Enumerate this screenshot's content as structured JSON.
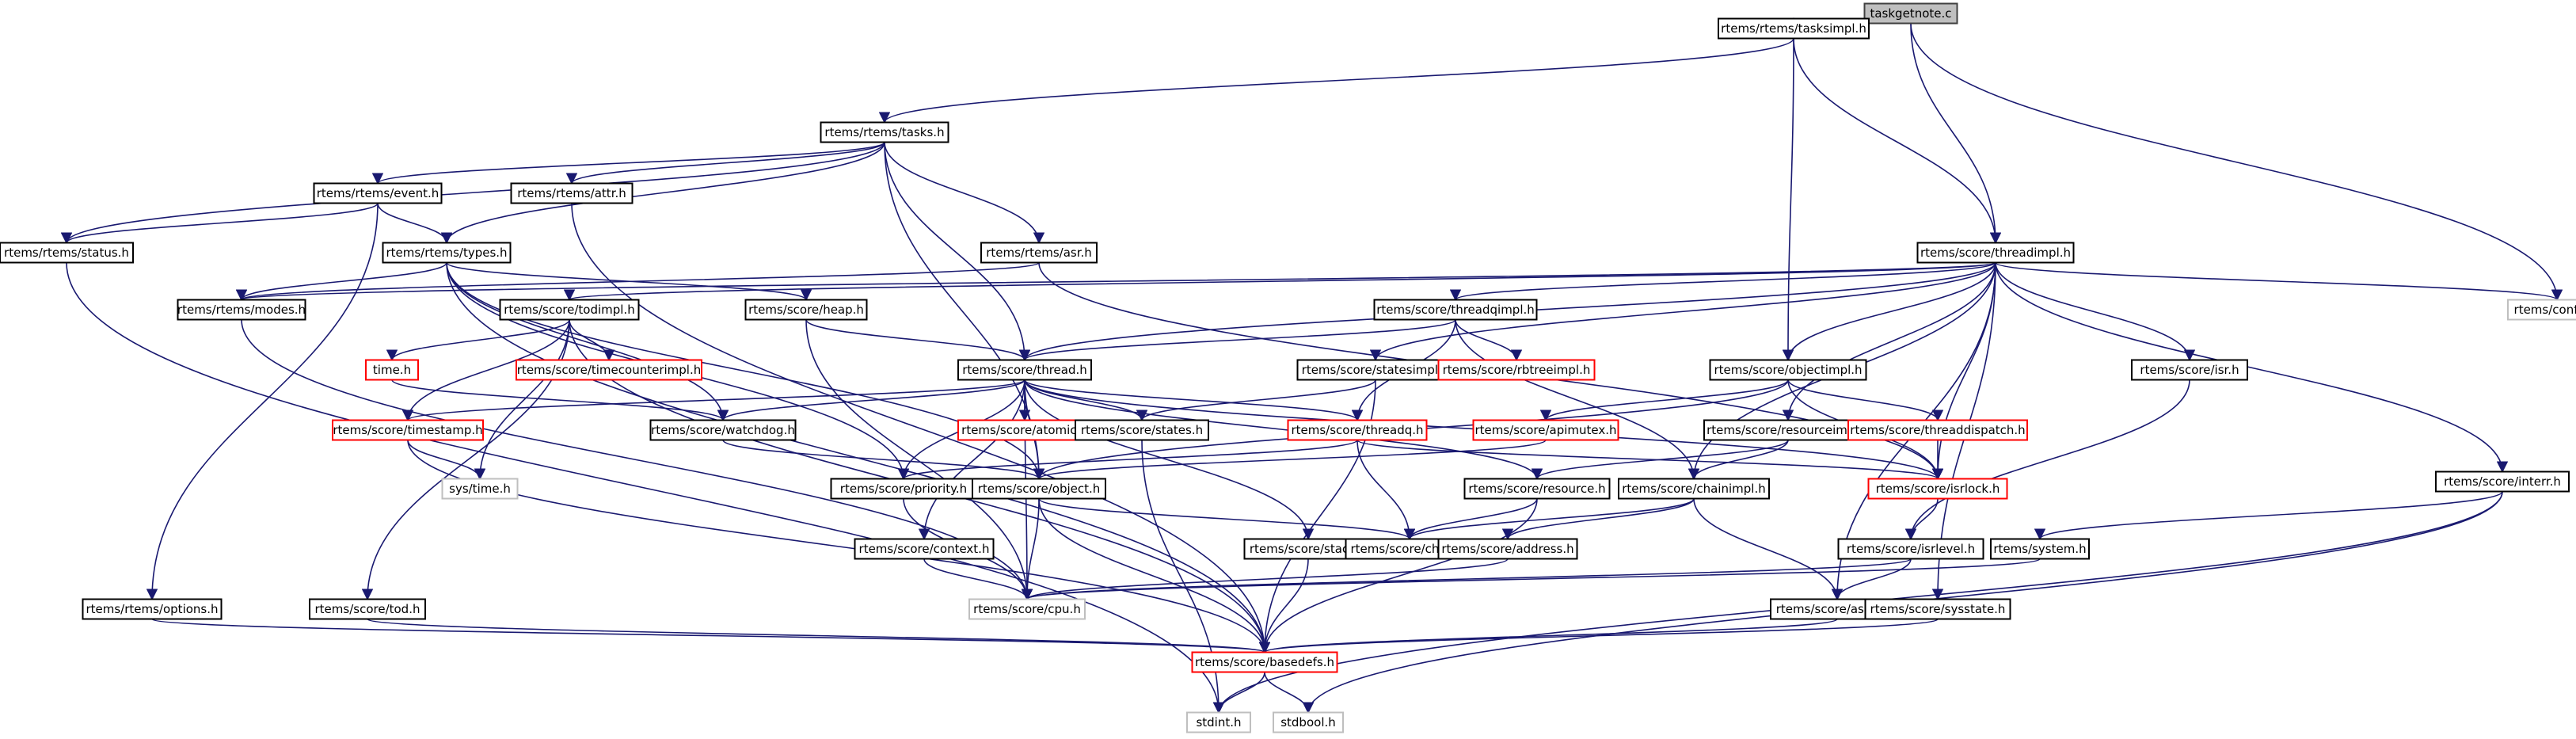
{
  "title": "taskgetnote.c",
  "colors": {
    "edge": "#191970",
    "root_fill": "#bfbfbf",
    "root_border": "#404040",
    "normal_border": "#000000",
    "external_border": "#bfbfbf",
    "incomplete_border": "#ff0000",
    "fill": "#ffffff"
  },
  "nodes": [
    {
      "id": "taskgetnote",
      "label": "taskgetnote.c",
      "kind": "root"
    },
    {
      "id": "tasksimpl",
      "label": "rtems/rtems/tasksimpl.h",
      "kind": "normal"
    },
    {
      "id": "tasks",
      "label": "rtems/rtems/tasks.h",
      "kind": "normal"
    },
    {
      "id": "threadimpl",
      "label": "rtems/score/threadimpl.h",
      "kind": "normal"
    },
    {
      "id": "config",
      "label": "rtems/config.h",
      "kind": "external"
    },
    {
      "id": "event",
      "label": "rtems/rtems/event.h",
      "kind": "normal"
    },
    {
      "id": "attr",
      "label": "rtems/rtems/attr.h",
      "kind": "normal"
    },
    {
      "id": "status",
      "label": "rtems/rtems/status.h",
      "kind": "normal"
    },
    {
      "id": "types",
      "label": "rtems/rtems/types.h",
      "kind": "normal"
    },
    {
      "id": "asr",
      "label": "rtems/rtems/asr.h",
      "kind": "normal"
    },
    {
      "id": "modes",
      "label": "rtems/rtems/modes.h",
      "kind": "normal"
    },
    {
      "id": "todimpl",
      "label": "rtems/score/todimpl.h",
      "kind": "normal"
    },
    {
      "id": "heap",
      "label": "rtems/score/heap.h",
      "kind": "normal"
    },
    {
      "id": "threadqimpl",
      "label": "rtems/score/threadqimpl.h",
      "kind": "normal"
    },
    {
      "id": "time",
      "label": "time.h",
      "kind": "incomplete"
    },
    {
      "id": "timecounterimpl",
      "label": "rtems/score/timecounterimpl.h",
      "kind": "incomplete"
    },
    {
      "id": "thread",
      "label": "rtems/score/thread.h",
      "kind": "normal"
    },
    {
      "id": "statesimpl",
      "label": "rtems/score/statesimpl.h",
      "kind": "normal"
    },
    {
      "id": "rbtreeimpl",
      "label": "rtems/score/rbtreeimpl.h",
      "kind": "incomplete"
    },
    {
      "id": "objectimpl",
      "label": "rtems/score/objectimpl.h",
      "kind": "normal"
    },
    {
      "id": "isr",
      "label": "rtems/score/isr.h",
      "kind": "normal"
    },
    {
      "id": "timestamp",
      "label": "rtems/score/timestamp.h",
      "kind": "incomplete"
    },
    {
      "id": "watchdog",
      "label": "rtems/score/watchdog.h",
      "kind": "normal"
    },
    {
      "id": "atomic",
      "label": "rtems/score/atomic.h",
      "kind": "incomplete"
    },
    {
      "id": "states",
      "label": "rtems/score/states.h",
      "kind": "normal"
    },
    {
      "id": "threadq",
      "label": "rtems/score/threadq.h",
      "kind": "incomplete"
    },
    {
      "id": "apimutex",
      "label": "rtems/score/apimutex.h",
      "kind": "incomplete"
    },
    {
      "id": "resourceimpl",
      "label": "rtems/score/resourceimpl.h",
      "kind": "normal"
    },
    {
      "id": "threaddispatch",
      "label": "rtems/score/threaddispatch.h",
      "kind": "incomplete"
    },
    {
      "id": "interr",
      "label": "rtems/score/interr.h",
      "kind": "normal"
    },
    {
      "id": "systime",
      "label": "sys/time.h",
      "kind": "external"
    },
    {
      "id": "priority",
      "label": "rtems/score/priority.h",
      "kind": "normal"
    },
    {
      "id": "object",
      "label": "rtems/score/object.h",
      "kind": "normal"
    },
    {
      "id": "resource",
      "label": "rtems/score/resource.h",
      "kind": "normal"
    },
    {
      "id": "chainimpl",
      "label": "rtems/score/chainimpl.h",
      "kind": "normal"
    },
    {
      "id": "isrlock",
      "label": "rtems/score/isrlock.h",
      "kind": "incomplete"
    },
    {
      "id": "context",
      "label": "rtems/score/context.h",
      "kind": "normal"
    },
    {
      "id": "stack",
      "label": "rtems/score/stack.h",
      "kind": "normal"
    },
    {
      "id": "chain",
      "label": "rtems/score/chain.h",
      "kind": "normal"
    },
    {
      "id": "address",
      "label": "rtems/score/address.h",
      "kind": "normal"
    },
    {
      "id": "isrlevel",
      "label": "rtems/score/isrlevel.h",
      "kind": "normal"
    },
    {
      "id": "system",
      "label": "rtems/system.h",
      "kind": "normal"
    },
    {
      "id": "options",
      "label": "rtems/rtems/options.h",
      "kind": "normal"
    },
    {
      "id": "tod",
      "label": "rtems/score/tod.h",
      "kind": "normal"
    },
    {
      "id": "cpu",
      "label": "rtems/score/cpu.h",
      "kind": "external"
    },
    {
      "id": "assert",
      "label": "rtems/score/assert.h",
      "kind": "normal"
    },
    {
      "id": "sysstate",
      "label": "rtems/score/sysstate.h",
      "kind": "normal"
    },
    {
      "id": "basedefs",
      "label": "rtems/score/basedefs.h",
      "kind": "incomplete"
    },
    {
      "id": "stdint",
      "label": "stdint.h",
      "kind": "external"
    },
    {
      "id": "stdbool",
      "label": "stdbool.h",
      "kind": "external"
    }
  ],
  "edges": [
    [
      "taskgetnote",
      "tasksimpl"
    ],
    [
      "taskgetnote",
      "threadimpl"
    ],
    [
      "taskgetnote",
      "config"
    ],
    [
      "tasksimpl",
      "tasks"
    ],
    [
      "tasksimpl",
      "objectimpl"
    ],
    [
      "tasksimpl",
      "threadimpl"
    ],
    [
      "tasks",
      "event"
    ],
    [
      "tasks",
      "attr"
    ],
    [
      "tasks",
      "status"
    ],
    [
      "tasks",
      "types"
    ],
    [
      "tasks",
      "asr"
    ],
    [
      "tasks",
      "thread"
    ],
    [
      "tasks",
      "object"
    ],
    [
      "event",
      "status"
    ],
    [
      "event",
      "types"
    ],
    [
      "event",
      "options"
    ],
    [
      "attr",
      "basedefs"
    ],
    [
      "status",
      "stdint"
    ],
    [
      "types",
      "modes"
    ],
    [
      "types",
      "heap"
    ],
    [
      "types",
      "object"
    ],
    [
      "types",
      "priority"
    ],
    [
      "types",
      "watchdog"
    ],
    [
      "types",
      "basedefs"
    ],
    [
      "asr",
      "modes"
    ],
    [
      "asr",
      "isrlock"
    ],
    [
      "modes",
      "cpu"
    ],
    [
      "threadimpl",
      "thread"
    ],
    [
      "threadimpl",
      "threadqimpl"
    ],
    [
      "threadimpl",
      "statesimpl"
    ],
    [
      "threadimpl",
      "objectimpl"
    ],
    [
      "threadimpl",
      "isr"
    ],
    [
      "threadimpl",
      "todimpl"
    ],
    [
      "threadimpl",
      "modes"
    ],
    [
      "threadimpl",
      "resourceimpl"
    ],
    [
      "threadimpl",
      "chainimpl"
    ],
    [
      "threadimpl",
      "assert"
    ],
    [
      "threadimpl",
      "sysstate"
    ],
    [
      "threadimpl",
      "interr"
    ],
    [
      "threadimpl",
      "config"
    ],
    [
      "threadimpl",
      "isrlock"
    ],
    [
      "todimpl",
      "time"
    ],
    [
      "todimpl",
      "timecounterimpl"
    ],
    [
      "todimpl",
      "timestamp"
    ],
    [
      "todimpl",
      "systime"
    ],
    [
      "todimpl",
      "tod"
    ],
    [
      "todimpl",
      "basedefs"
    ],
    [
      "time",
      "watchdog"
    ],
    [
      "heap",
      "thread"
    ],
    [
      "heap",
      "cpu"
    ],
    [
      "threadqimpl",
      "thread"
    ],
    [
      "threadqimpl",
      "threadq"
    ],
    [
      "threadqimpl",
      "rbtreeimpl"
    ],
    [
      "threadqimpl",
      "chainimpl"
    ],
    [
      "thread",
      "atomic"
    ],
    [
      "thread",
      "states"
    ],
    [
      "thread",
      "threadq"
    ],
    [
      "thread",
      "timestamp"
    ],
    [
      "thread",
      "watchdog"
    ],
    [
      "thread",
      "priority"
    ],
    [
      "thread",
      "object"
    ],
    [
      "thread",
      "context"
    ],
    [
      "thread",
      "stack"
    ],
    [
      "thread",
      "resource"
    ],
    [
      "thread",
      "isrlock"
    ],
    [
      "thread",
      "cpu"
    ],
    [
      "statesimpl",
      "states"
    ],
    [
      "statesimpl",
      "basedefs"
    ],
    [
      "objectimpl",
      "object"
    ],
    [
      "objectimpl",
      "apimutex"
    ],
    [
      "objectimpl",
      "threaddispatch"
    ],
    [
      "objectimpl",
      "isrlock"
    ],
    [
      "isr",
      "isrlevel"
    ],
    [
      "timestamp",
      "systime"
    ],
    [
      "timestamp",
      "basedefs"
    ],
    [
      "watchdog",
      "object"
    ],
    [
      "states",
      "stdint"
    ],
    [
      "threadq",
      "priority"
    ],
    [
      "threadq",
      "chain"
    ],
    [
      "threadq",
      "isrlock"
    ],
    [
      "apimutex",
      "object"
    ],
    [
      "resourceimpl",
      "resource"
    ],
    [
      "resourceimpl",
      "chainimpl"
    ],
    [
      "threaddispatch",
      "isrlock"
    ],
    [
      "interr",
      "system"
    ],
    [
      "interr",
      "stdint"
    ],
    [
      "interr",
      "stdbool"
    ],
    [
      "priority",
      "cpu"
    ],
    [
      "object",
      "chain"
    ],
    [
      "object",
      "cpu"
    ],
    [
      "object",
      "basedefs"
    ],
    [
      "resource",
      "chain"
    ],
    [
      "resource",
      "basedefs"
    ],
    [
      "chainimpl",
      "chain"
    ],
    [
      "chainimpl",
      "address"
    ],
    [
      "chainimpl",
      "assert"
    ],
    [
      "isrlock",
      "isrlevel"
    ],
    [
      "context",
      "cpu"
    ],
    [
      "stack",
      "basedefs"
    ],
    [
      "address",
      "cpu"
    ],
    [
      "isrlevel",
      "cpu"
    ],
    [
      "isrlevel",
      "assert"
    ],
    [
      "system",
      "cpu"
    ],
    [
      "options",
      "basedefs"
    ],
    [
      "tod",
      "basedefs"
    ],
    [
      "assert",
      "basedefs"
    ],
    [
      "sysstate",
      "basedefs"
    ],
    [
      "basedefs",
      "stdint"
    ],
    [
      "basedefs",
      "stdbool"
    ]
  ]
}
